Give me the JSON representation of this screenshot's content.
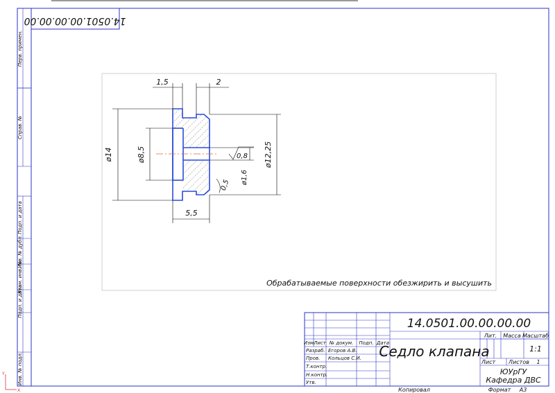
{
  "drawing": {
    "top_code": "14.0501.00.00.00.00",
    "note": "Обрабатываемые поверхности обезжирить и высушить",
    "dimensions": {
      "d14": "ø14",
      "d85": "ø8,5",
      "d125": "ø12,25",
      "d16": "ø1,6",
      "w15": "1,5",
      "w2": "2",
      "w55": "5,5",
      "rough": "0,8",
      "chamfer": "0,5"
    }
  },
  "left_strip": {
    "labels": [
      "Перв. примен.",
      "Справ. №",
      "Подп. и дата",
      "Инв. № дубл.",
      "Взам. инв. №",
      "Подп. и дата",
      "Инв. № подл."
    ]
  },
  "title_block": {
    "code": "14.0501.00.00.00.00",
    "name": "Седло клапана",
    "header_cols": [
      "Изм",
      "Лист",
      "№ докум.",
      "Подп.",
      "Дата"
    ],
    "rows": [
      {
        "role": "Разраб.",
        "person": "Егоров А.В."
      },
      {
        "role": "Пров.",
        "person": "Кольцов С.И."
      },
      {
        "role": "Т.контр.",
        "person": ""
      },
      {
        "role": "Н.контр.",
        "person": ""
      },
      {
        "role": "Утв.",
        "person": ""
      }
    ],
    "lit_label": "Лит.",
    "mass_label": "Масса",
    "scale_label": "Масштаб",
    "scale_value": "1:1",
    "sheet_label": "Лист",
    "sheets_label": "Листов",
    "sheets_value": "1",
    "org1": "ЮУрГУ",
    "org2": "Кафедра ДВС",
    "copied": "Копировал",
    "format_label": "Формат",
    "format_value": "А3"
  }
}
